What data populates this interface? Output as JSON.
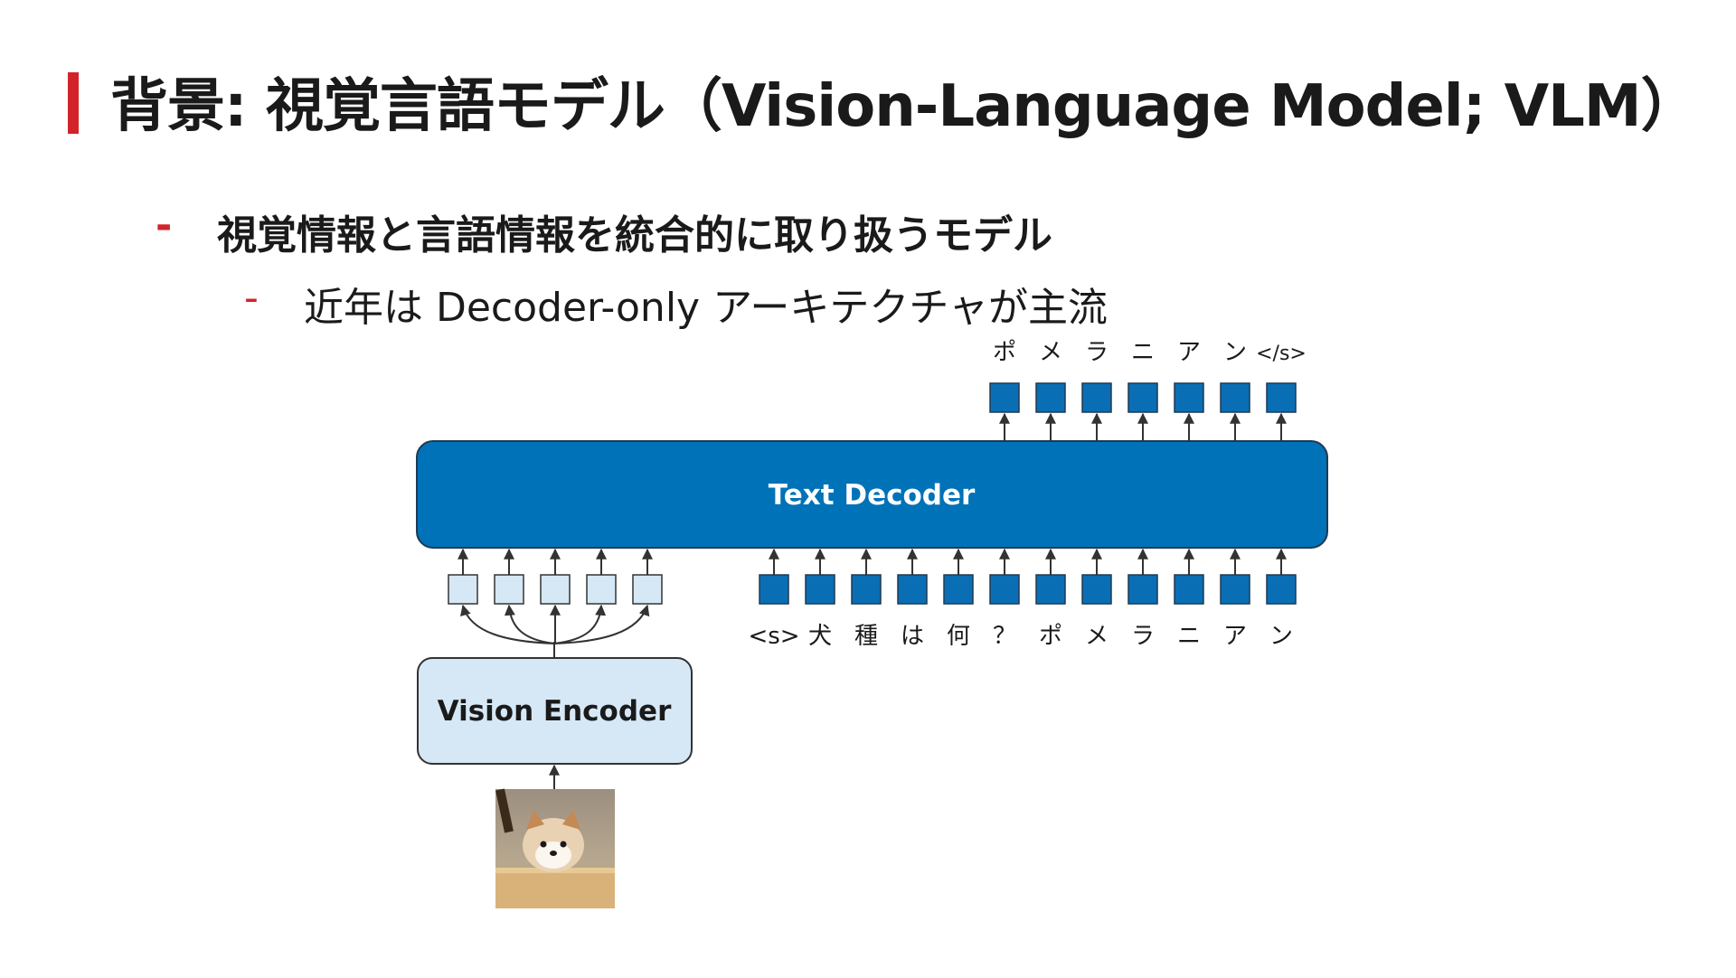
{
  "colors": {
    "accent": "#d2232a",
    "decoder_fill": "#0072b8",
    "token_fill": "#0a6eb5",
    "vision_token_fill": "#d6e8f6",
    "text": "#1a1a1a"
  },
  "slide": {
    "title": "背景: 視覚言語モデル（Vision-Language Model; VLM）",
    "bullets": [
      {
        "dash": "-",
        "text": "視覚情報と言語情報を統合的に取り扱うモデル"
      },
      {
        "dash": "-",
        "text": "近年は Decoder-only アーキテクチャが主流"
      }
    ]
  },
  "diagram": {
    "decoder_label": "Text Decoder",
    "encoder_label": "Vision Encoder",
    "output_tokens": [
      "ポ",
      "メ",
      "ラ",
      "ニ",
      "ア",
      "ン",
      "</s>"
    ],
    "input_tokens": [
      "<s>",
      "犬",
      "種",
      "は",
      "何",
      "？",
      "ポ",
      "メ",
      "ラ",
      "ニ",
      "ア",
      "ン"
    ],
    "image_subject": "pomeranian-dog-photo"
  }
}
